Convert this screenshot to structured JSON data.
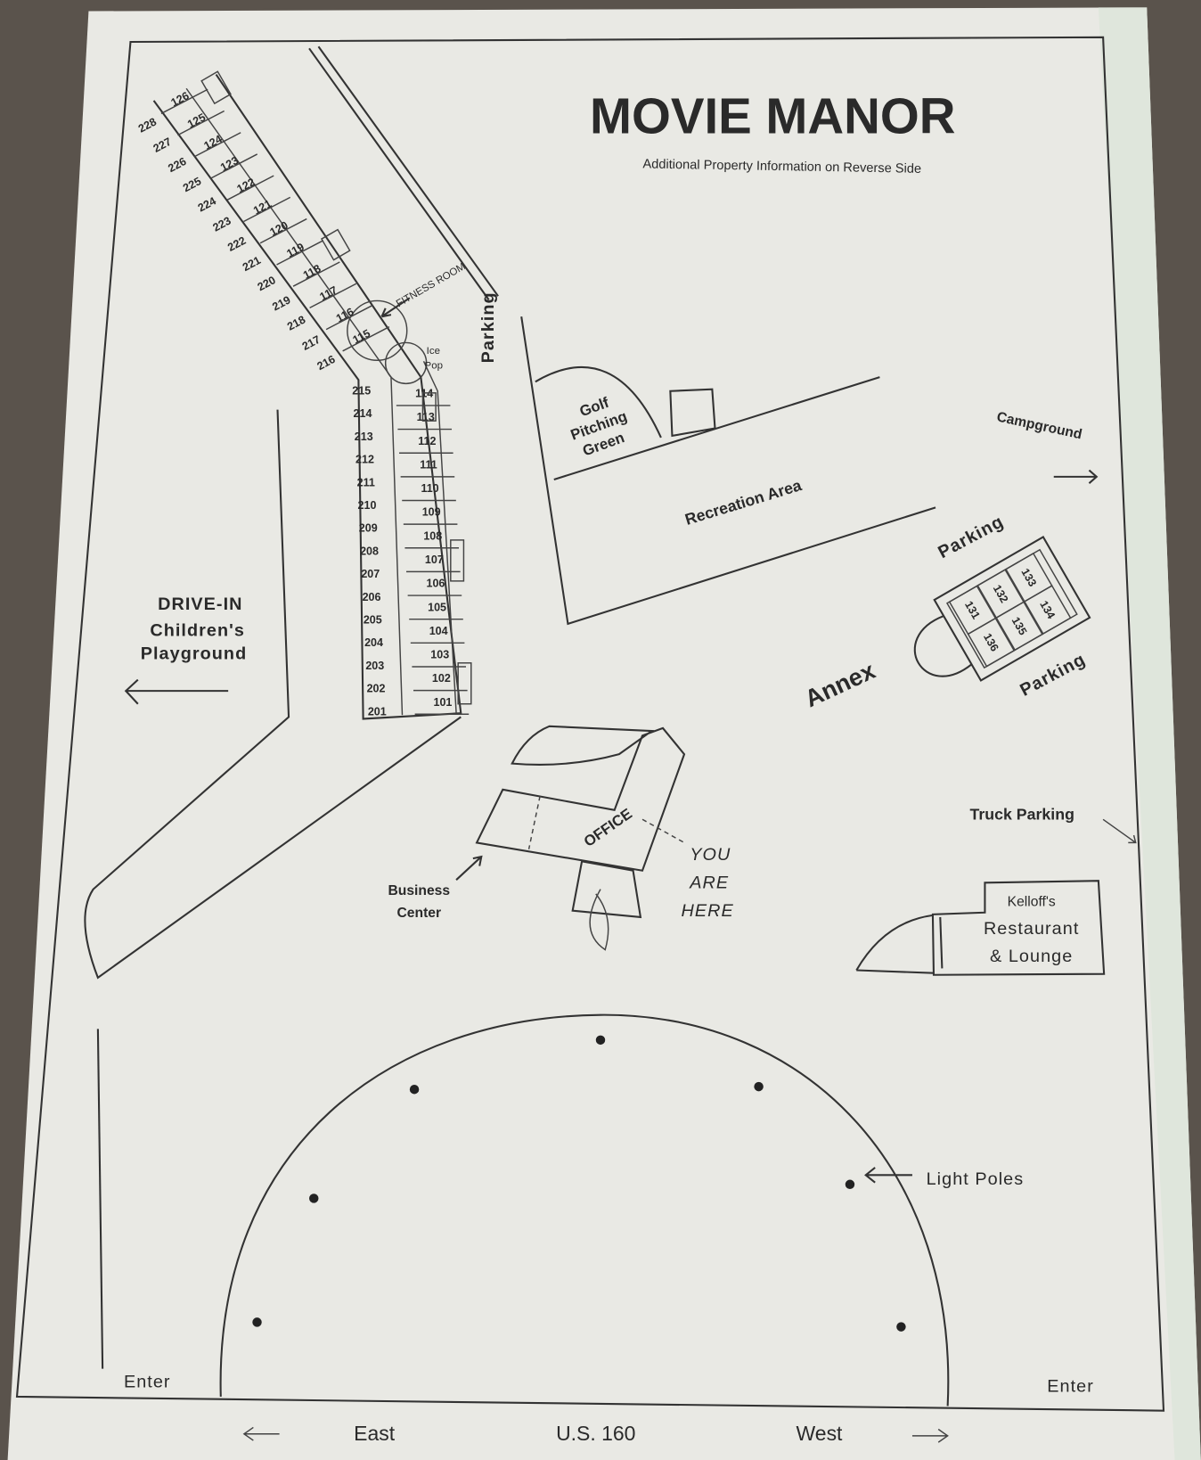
{
  "title": "MOVIE MANOR",
  "subtitle": "Additional Property Information on Reverse Side",
  "rooms_100_straight": [
    "101",
    "102",
    "103",
    "104",
    "105",
    "106",
    "107",
    "108",
    "109",
    "110",
    "111",
    "112",
    "113",
    "114"
  ],
  "rooms_100_diagonal": [
    "115",
    "116",
    "117",
    "118",
    "119",
    "120",
    "121",
    "122",
    "123",
    "124",
    "125",
    "126"
  ],
  "rooms_200_straight": [
    "201",
    "202",
    "203",
    "204",
    "205",
    "206",
    "207",
    "208",
    "209",
    "210",
    "211",
    "212",
    "213",
    "214",
    "215"
  ],
  "rooms_200_diagonal": [
    "216",
    "217",
    "218",
    "219",
    "220",
    "221",
    "222",
    "223",
    "224",
    "225",
    "226",
    "227",
    "228"
  ],
  "annex_rooms": [
    "131",
    "132",
    "133",
    "134",
    "135",
    "136"
  ],
  "labels": {
    "fitness": "FITNESS ROOM",
    "ice": "Ice",
    "pop": "Pop",
    "parking_road": "Parking",
    "golf1": "Golf",
    "golf2": "Pitching",
    "golf3": "Green",
    "recreation": "Recreation Area",
    "campground": "Campground",
    "parking_annex_top": "Parking",
    "parking_annex_bottom": "Parking",
    "annex": "Annex",
    "drivein": "DRIVE-IN",
    "playground1": "Children's",
    "playground2": "Playground",
    "office": "OFFICE",
    "you1": "YOU",
    "you2": "ARE",
    "you3": "HERE",
    "business1": "Business",
    "business2": "Center",
    "truck": "Truck Parking",
    "kelloff1": "Kelloff's",
    "kelloff2": "Restaurant",
    "kelloff3": "& Lounge",
    "light_poles": "Light Poles",
    "enter_left": "Enter",
    "enter_right": "Enter",
    "east": "East",
    "highway": "U.S. 160",
    "west": "West"
  },
  "colors": {
    "paper": "#e9e9e4",
    "ink": "#2a2a2a",
    "background": "#5a534c"
  }
}
